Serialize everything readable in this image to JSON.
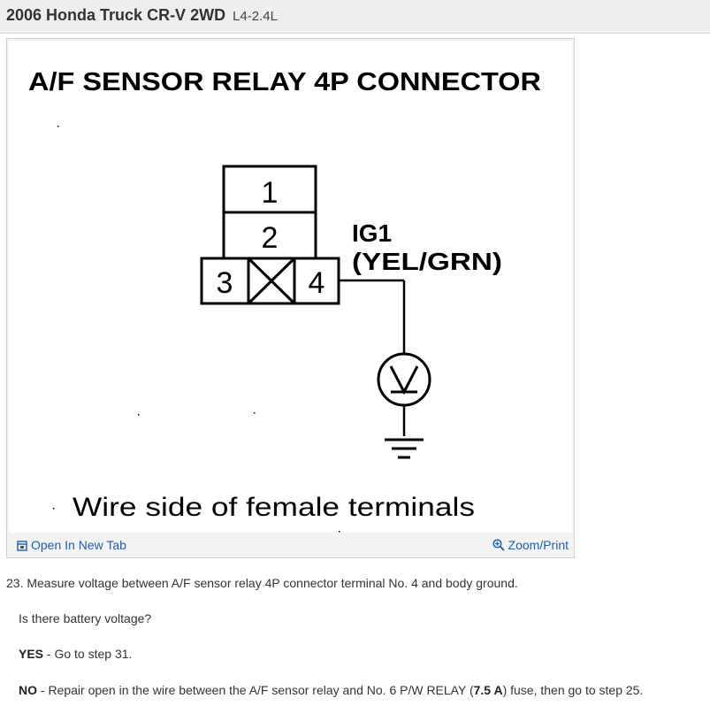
{
  "header": {
    "vehicle": "2006 Honda Truck CR-V 2WD",
    "engine": "L4-2.4L"
  },
  "figure": {
    "title": "A/F SENSOR RELAY 4P CONNECTOR",
    "terminals": [
      "1",
      "2",
      "3",
      "4"
    ],
    "wire_label_line1": "IG1",
    "wire_label_line2": "(YEL/GRN)",
    "caption": "Wire side of female terminals",
    "open_link": "Open In New Tab",
    "zoom_link": "Zoom/Print"
  },
  "instructions": {
    "step": "23. Measure voltage between A/F sensor relay 4P connector terminal No. 4 and body ground.",
    "question": "Is there battery voltage?",
    "yes_label": "YES",
    "yes_text": " - Go to step 31.",
    "no_label": "NO",
    "no_text_1": " - Repair open in the wire between the A/F sensor relay and No. 6 P/W RELAY (",
    "no_fuse": "7.5 A",
    "no_text_2": ") fuse, then go to step 25."
  },
  "colors": {
    "link": "#1f5fa8",
    "header_bg": "#eeeeee"
  }
}
